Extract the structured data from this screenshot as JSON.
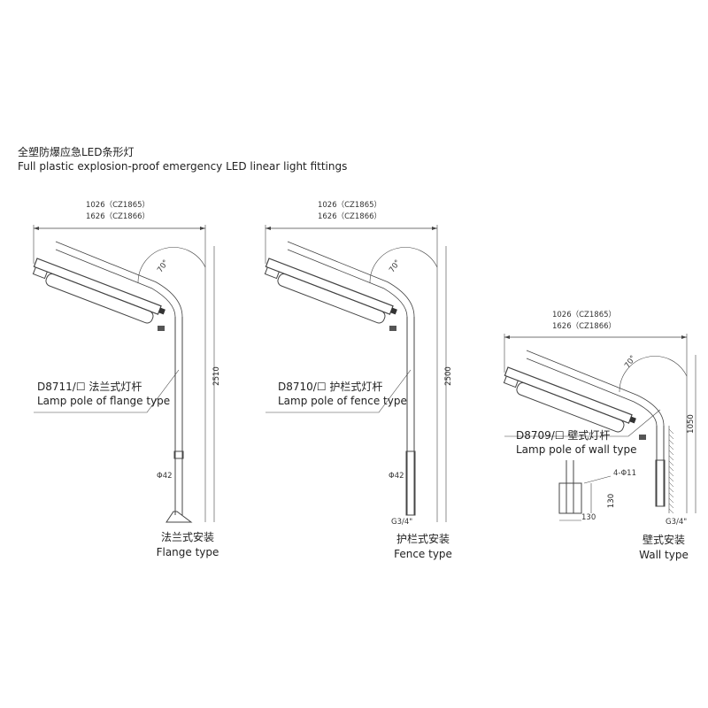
{
  "title": {
    "cn": "全塑防爆应急LED条形灯",
    "en": "Full plastic explosion-proof emergency LED linear light fittings"
  },
  "drawings": [
    {
      "width_line1": "1026（CZ1865）",
      "width_line2": "1626（CZ1866）",
      "angle": "70°",
      "height": "2510",
      "model": "D8711/☐ 法兰式灯杆",
      "model_en": "Lamp pole of flange type",
      "diameter": "Φ42",
      "caption_cn": "法兰式安装",
      "caption_en": "Flange type"
    },
    {
      "width_line1": "1026（CZ1865）",
      "width_line2": "1626（CZ1866）",
      "angle": "70°",
      "height": "2500",
      "model": "D8710/☐ 护栏式灯杆",
      "model_en": "Lamp pole of fence type",
      "diameter": "Φ42",
      "thread": "G3/4\"",
      "caption_cn": "护栏式安装",
      "caption_en": "Fence type"
    },
    {
      "width_line1": "1026（CZ1865）",
      "width_line2": "1626（CZ1866）",
      "angle": "70°",
      "height": "1050",
      "model": "D8709/☐ 壁式灯杆",
      "model_en": "Lamp pole of wall type",
      "thread": "G3/4\"",
      "holes": "4-Φ11",
      "plate_w": "130",
      "plate_h": "130",
      "caption_cn": "壁式安装",
      "caption_en": "Wall type"
    }
  ]
}
